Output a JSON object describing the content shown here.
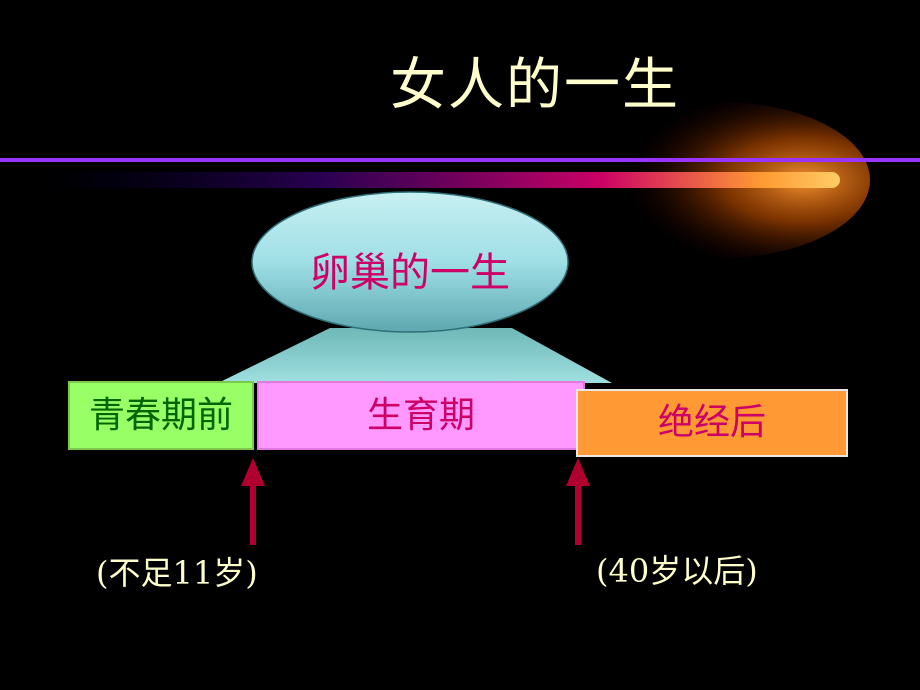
{
  "slide": {
    "title": "女人的一生",
    "ovary_label": "卵巢的一生",
    "stages": [
      {
        "label": "青春期前"
      },
      {
        "label": "生育期"
      },
      {
        "label": "绝经后"
      }
    ],
    "age_notes": {
      "left": "(不足11岁)",
      "right": "(40岁以后)"
    }
  },
  "colors": {
    "background": "#000000",
    "title": "#FFFFCC",
    "ovary_fill": "#9FDFE6",
    "ovary_text": "#CC0066",
    "stage_prepuberty": "#99FF66",
    "stage_reproductive": "#FF99FF",
    "stage_postmenopause": "#FF9933",
    "arrow": "#B00030",
    "divider_line": "#9933FF",
    "comet": "#FF9933"
  },
  "icons": {
    "arrow": "up-arrow-icon",
    "comet": "comet-streak-decoration"
  }
}
